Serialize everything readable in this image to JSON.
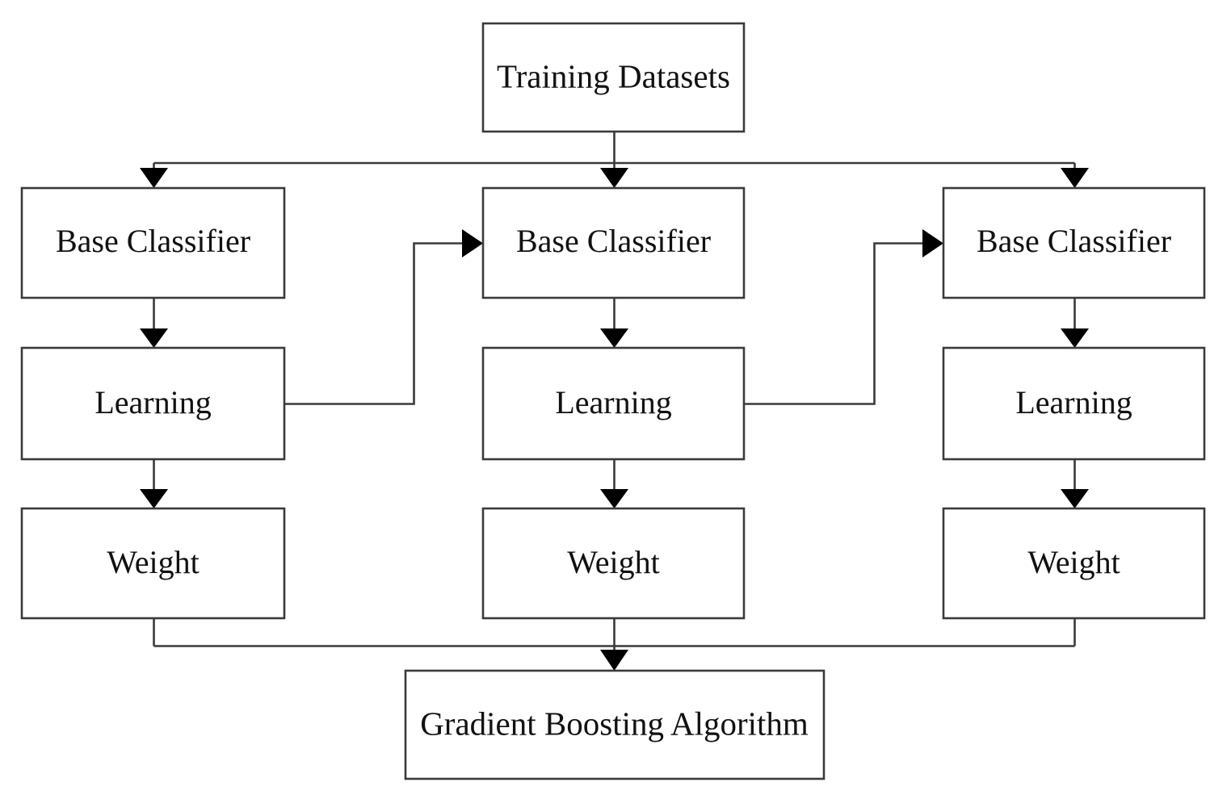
{
  "diagram": {
    "title": "Gradient Boosting Ensemble Flow Diagram",
    "type": "flowchart",
    "background_color": "#ffffff",
    "line_color": "#3a3a3a",
    "text_color": "#111111",
    "nodes": {
      "training_datasets": {
        "label": "Training Datasets"
      },
      "base_classifier_1": {
        "label": "Base Classifier"
      },
      "base_classifier_2": {
        "label": "Base Classifier"
      },
      "base_classifier_3": {
        "label": "Base Classifier"
      },
      "learning_1": {
        "label": "Learning"
      },
      "learning_2": {
        "label": "Learning"
      },
      "learning_3": {
        "label": "Learning"
      },
      "weight_1": {
        "label": "Weight"
      },
      "weight_2": {
        "label": "Weight"
      },
      "weight_3": {
        "label": "Weight"
      },
      "gradient_boosting": {
        "label": "Gradient Boosting Algorithm"
      }
    }
  }
}
